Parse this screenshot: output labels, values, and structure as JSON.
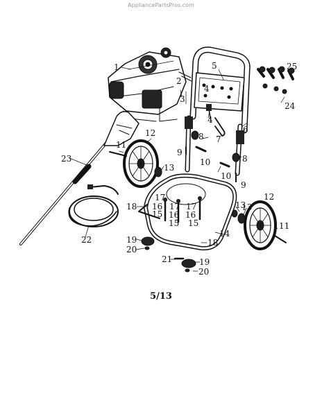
{
  "watermark": "AppliancePartsPros.com",
  "page_number": "5/13",
  "callouts": [
    {
      "id": "c1",
      "text": "1"
    },
    {
      "id": "c2",
      "text": "2"
    },
    {
      "id": "c3",
      "text": "3"
    },
    {
      "id": "c4a",
      "text": "4"
    },
    {
      "id": "c4b",
      "text": "4"
    },
    {
      "id": "c5",
      "text": "5"
    },
    {
      "id": "c6",
      "text": "6"
    },
    {
      "id": "c7",
      "text": "7"
    },
    {
      "id": "c8a",
      "text": "8"
    },
    {
      "id": "c8b",
      "text": "8"
    },
    {
      "id": "c9a",
      "text": "9"
    },
    {
      "id": "c9b",
      "text": "9"
    },
    {
      "id": "c10a",
      "text": "10"
    },
    {
      "id": "c10b",
      "text": "10"
    },
    {
      "id": "c11a",
      "text": "11"
    },
    {
      "id": "c11b",
      "text": "11"
    },
    {
      "id": "c12a",
      "text": "12"
    },
    {
      "id": "c12b",
      "text": "12"
    },
    {
      "id": "c13a",
      "text": "13"
    },
    {
      "id": "c13b",
      "text": "13"
    },
    {
      "id": "c13c",
      "text": "13"
    },
    {
      "id": "c14",
      "text": "14"
    },
    {
      "id": "c15a",
      "text": "15"
    },
    {
      "id": "c15b",
      "text": "15"
    },
    {
      "id": "c15c",
      "text": "15"
    },
    {
      "id": "c16a",
      "text": "16"
    },
    {
      "id": "c16b",
      "text": "16"
    },
    {
      "id": "c16c",
      "text": "16"
    },
    {
      "id": "c17a",
      "text": "17"
    },
    {
      "id": "c17b",
      "text": "17"
    },
    {
      "id": "c17c",
      "text": "17"
    },
    {
      "id": "c18a",
      "text": "18"
    },
    {
      "id": "c18b",
      "text": "18"
    },
    {
      "id": "c19a",
      "text": "19"
    },
    {
      "id": "c19b",
      "text": "19"
    },
    {
      "id": "c20a",
      "text": "20"
    },
    {
      "id": "c20b",
      "text": "20"
    },
    {
      "id": "c21",
      "text": "21"
    },
    {
      "id": "c22",
      "text": "22"
    },
    {
      "id": "c23",
      "text": "23"
    },
    {
      "id": "c24",
      "text": "24"
    },
    {
      "id": "c25",
      "text": "25"
    }
  ]
}
